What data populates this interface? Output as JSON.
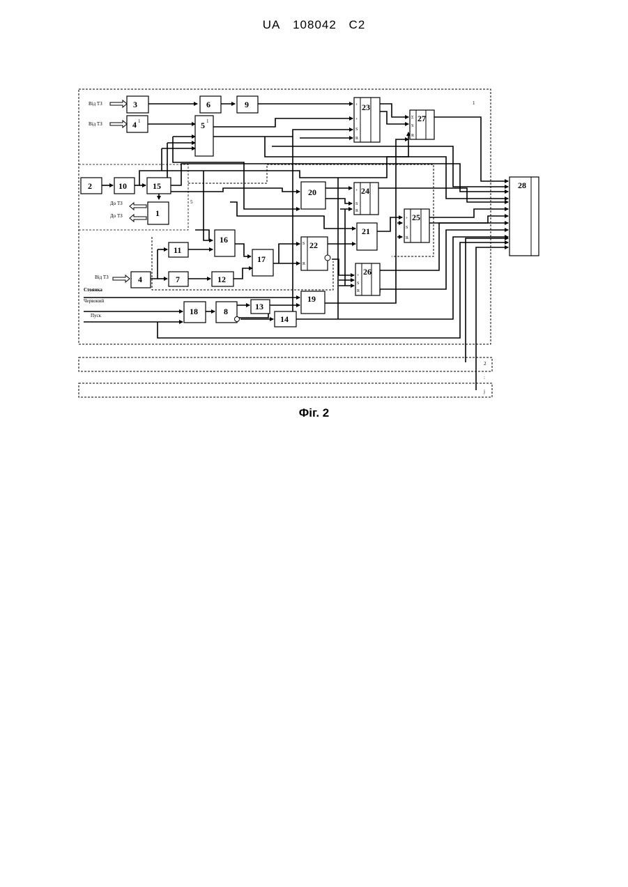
{
  "header": {
    "country": "UA",
    "number": "108042",
    "kind": "C2"
  },
  "caption": "Фіг. 2",
  "group_labels": {
    "g1": "1",
    "g2": "2",
    "gj": "j",
    "dots": ":",
    "five": "5"
  },
  "inputs": {
    "from_t3_a": "Від ТЗ",
    "from_t3_b": "Від ТЗ",
    "from_t3_c": "Від ТЗ",
    "to_t3_a": "До ТЗ",
    "to_t3_b": "До ТЗ",
    "signal_1": "Стоянка",
    "signal_2": "Червоний",
    "signal_3": "Пуск"
  },
  "blocks": {
    "b1": "1",
    "b2": "2",
    "b3": "3",
    "b4": "4",
    "b4p": "4",
    "b5p": "5",
    "b6": "6",
    "b7": "7",
    "b8": "8",
    "b9": "9",
    "b10": "10",
    "b11": "11",
    "b12": "12",
    "b13": "13",
    "b14": "14",
    "b15": "15",
    "b16": "16",
    "b17": "17",
    "b18": "18",
    "b19": "19",
    "b20": "20",
    "b21": "21",
    "b22": "22",
    "b23": "23",
    "b24": "24",
    "b25": "25",
    "b26": "26",
    "b27": "27",
    "b28": "28",
    "prime": "1"
  },
  "pins": {
    "s": "S",
    "r": "R",
    "sum": "Σ",
    "plus": "+"
  }
}
